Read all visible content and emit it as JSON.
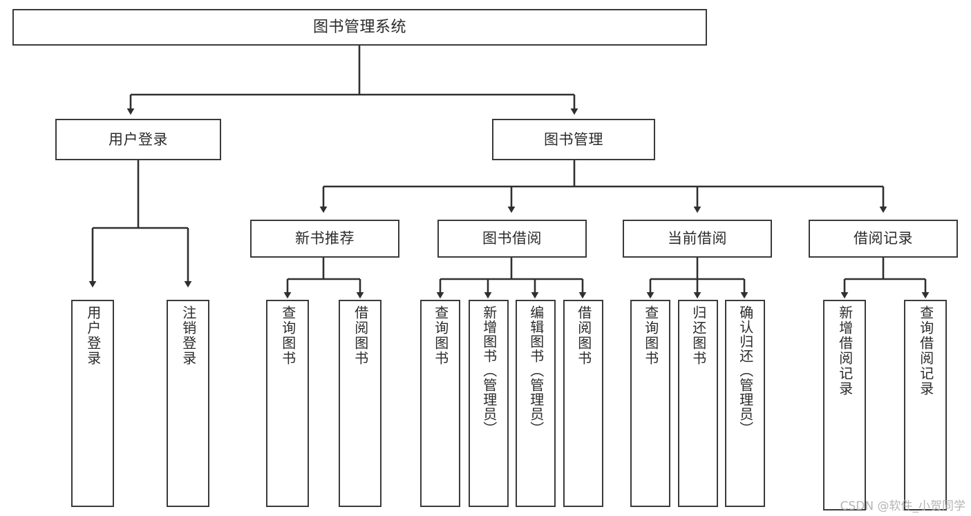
{
  "diagram": {
    "title": "图书管理系统",
    "type": "tree-hierarchy-chart",
    "watermark": "CSDN @软件_小贺同学",
    "colors": {
      "background": "#ffffff",
      "box_border": "#3a3a3a",
      "connector": "#2f2f2f",
      "text": "#2b2b2b",
      "watermark": "#b4b4b4"
    },
    "levels": {
      "root": {
        "label": "图书管理系统"
      },
      "level2": [
        {
          "label": "用户登录"
        },
        {
          "label": "图书管理"
        }
      ],
      "level3": [
        {
          "label": "新书推荐"
        },
        {
          "label": "图书借阅"
        },
        {
          "label": "当前借阅"
        },
        {
          "label": "借阅记录"
        }
      ],
      "leaves": {
        "user_login": [
          {
            "label": "用户登录"
          },
          {
            "label": "注销登录"
          }
        ],
        "new_book_recommend": [
          {
            "label": "查询图书"
          },
          {
            "label": "借阅图书"
          }
        ],
        "book_borrow": [
          {
            "label": "查询图书"
          },
          {
            "label": "新增图书（管理员）"
          },
          {
            "label": "编辑图书（管理员）"
          },
          {
            "label": "借阅图书"
          }
        ],
        "current_borrow": [
          {
            "label": "查询图书"
          },
          {
            "label": "归还图书"
          },
          {
            "label": "确认归还（管理员）"
          }
        ],
        "borrow_record": [
          {
            "label": "新增借阅记录"
          },
          {
            "label": "查询借阅记录"
          }
        ]
      }
    }
  }
}
